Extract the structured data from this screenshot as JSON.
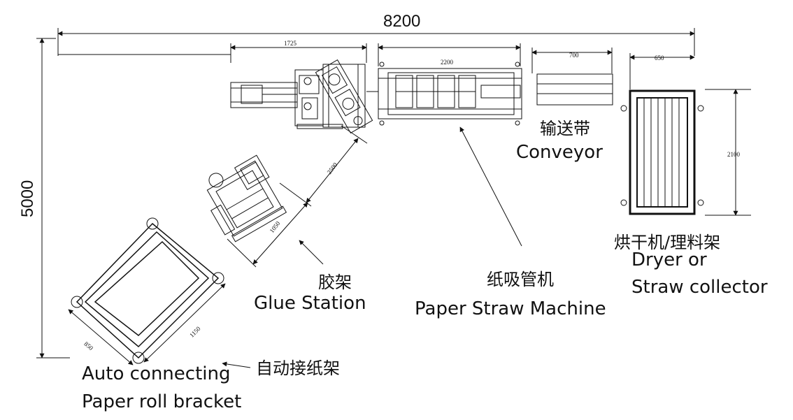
{
  "dimensions": {
    "total_width": "8200",
    "total_height": "5000",
    "glue_module_width": "1725",
    "machine_width": "2200",
    "conveyor_width": "700",
    "dryer_width": "650",
    "dryer_height": "2100",
    "diagonal_length": "2500",
    "glue_station_size": "1050",
    "bracket_width": "850",
    "bracket_length": "1150"
  },
  "labels": {
    "conveyor_cn": "输送带",
    "conveyor_en": "Conveyor",
    "dryer_cn": "烘干机/理料架",
    "dryer_en_1": "Dryer or",
    "dryer_en_2": "Straw collector",
    "machine_cn": "纸吸管机",
    "machine_en": "Paper Straw Machine",
    "glue_cn": "胶架",
    "glue_en": "Glue Station",
    "bracket_cn": "自动接纸架",
    "bracket_en_1": "Auto connecting",
    "bracket_en_2": "Paper roll bracket"
  }
}
